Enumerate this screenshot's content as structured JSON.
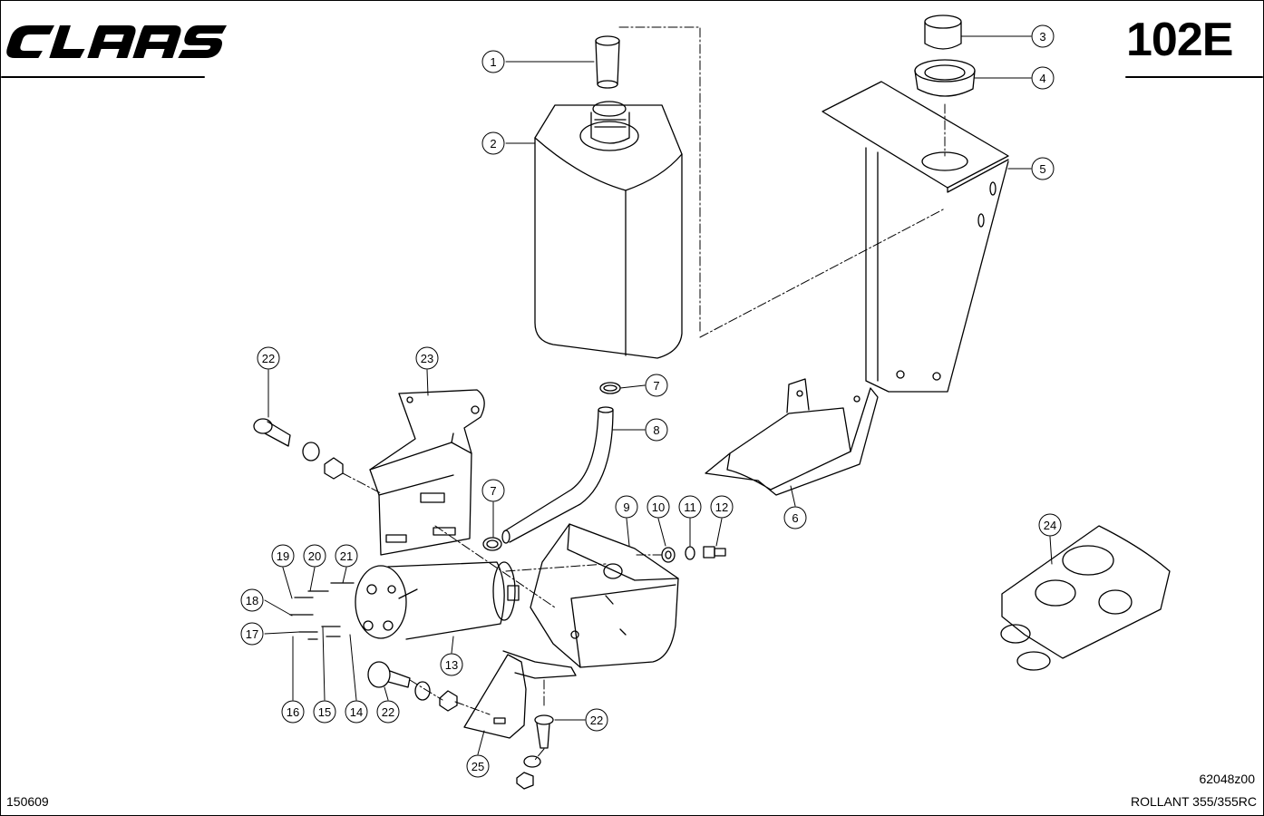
{
  "header": {
    "brand": "CLAAS",
    "page_code": "102E"
  },
  "footer": {
    "left_code": "150609",
    "drawing_number": "62048z00",
    "model": "ROLLANT 355/355RC"
  },
  "callouts": [
    "1",
    "2",
    "3",
    "4",
    "5",
    "6",
    "7",
    "8",
    "9",
    "10",
    "11",
    "12",
    "13",
    "14",
    "15",
    "16",
    "17",
    "18",
    "19",
    "20",
    "21",
    "22",
    "23",
    "24",
    "25"
  ],
  "colors": {
    "line": "#000000",
    "background": "#ffffff"
  }
}
